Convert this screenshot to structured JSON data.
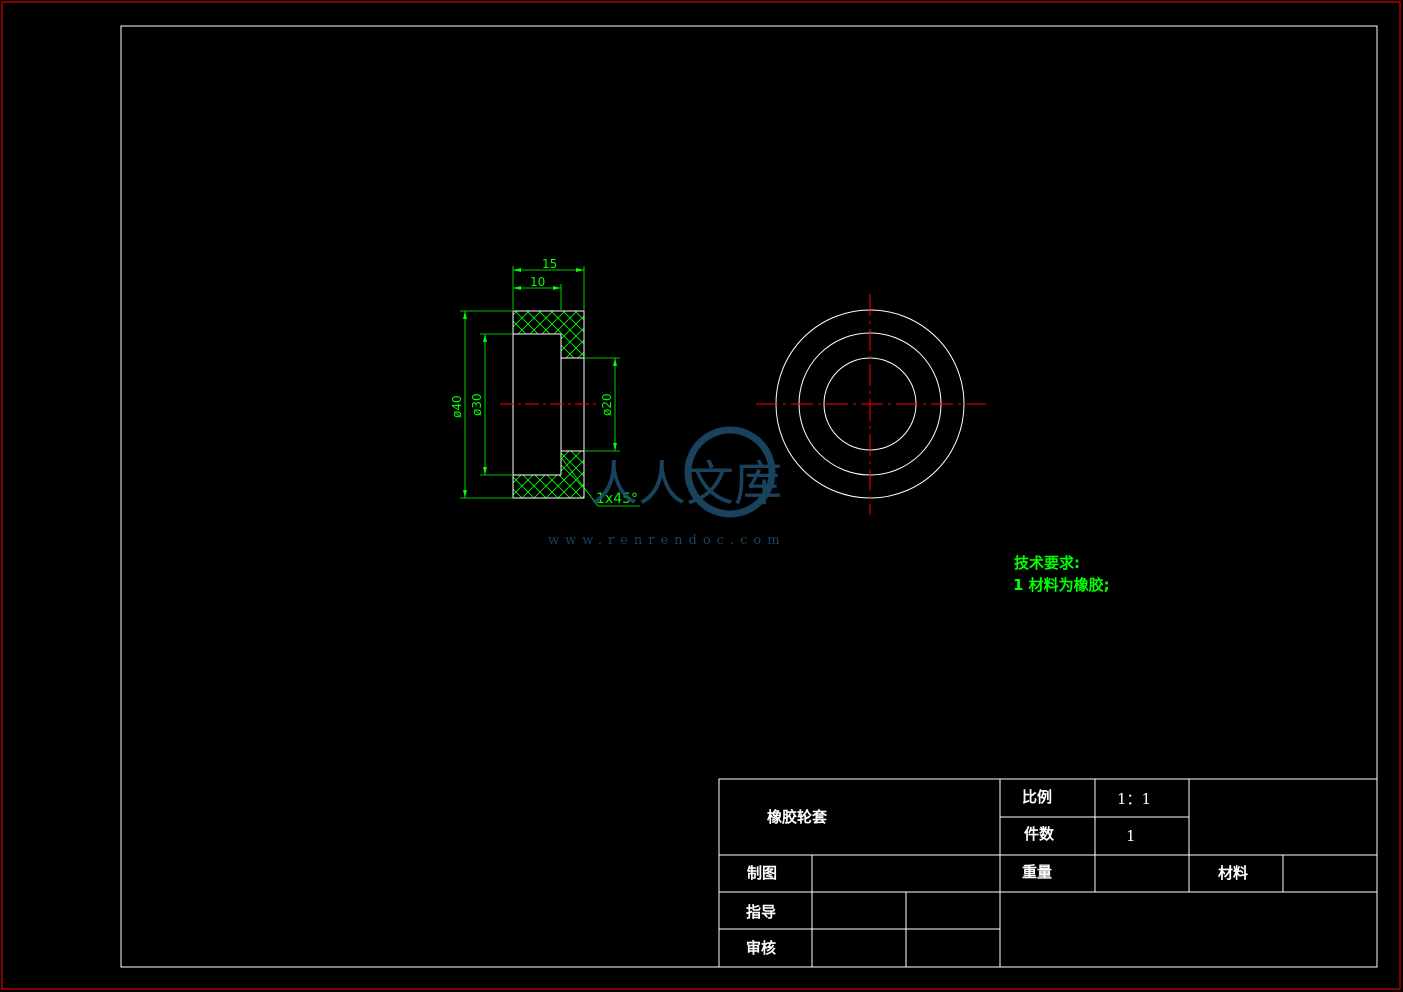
{
  "drawing": {
    "dimensions": {
      "width_outer": "15",
      "width_inner": "10",
      "dia_outer": "ø40",
      "dia_mid": "ø30",
      "dia_inner": "ø20",
      "chamfer": "1x45°"
    },
    "notes": {
      "heading": "技术要求:",
      "line1": "1 材料为橡胶;"
    }
  },
  "title_block": {
    "part_name": "橡胶轮套",
    "scale_label": "比例",
    "scale_value": "1：1",
    "quantity_label": "件数",
    "quantity_value": "1",
    "drawn_label": "制图",
    "weight_label": "重量",
    "material_label": "材料",
    "guide_label": "指导",
    "review_label": "审核"
  },
  "watermark": {
    "brand": "人人文库",
    "url": "www.renrendoc.com"
  },
  "colors": {
    "frame": "#ff0000",
    "border": "#ffffff",
    "dimension": "#00ff00",
    "centerline": "#ff0000",
    "hatch": "#00ff00",
    "watermark": "#1e4e6e"
  }
}
